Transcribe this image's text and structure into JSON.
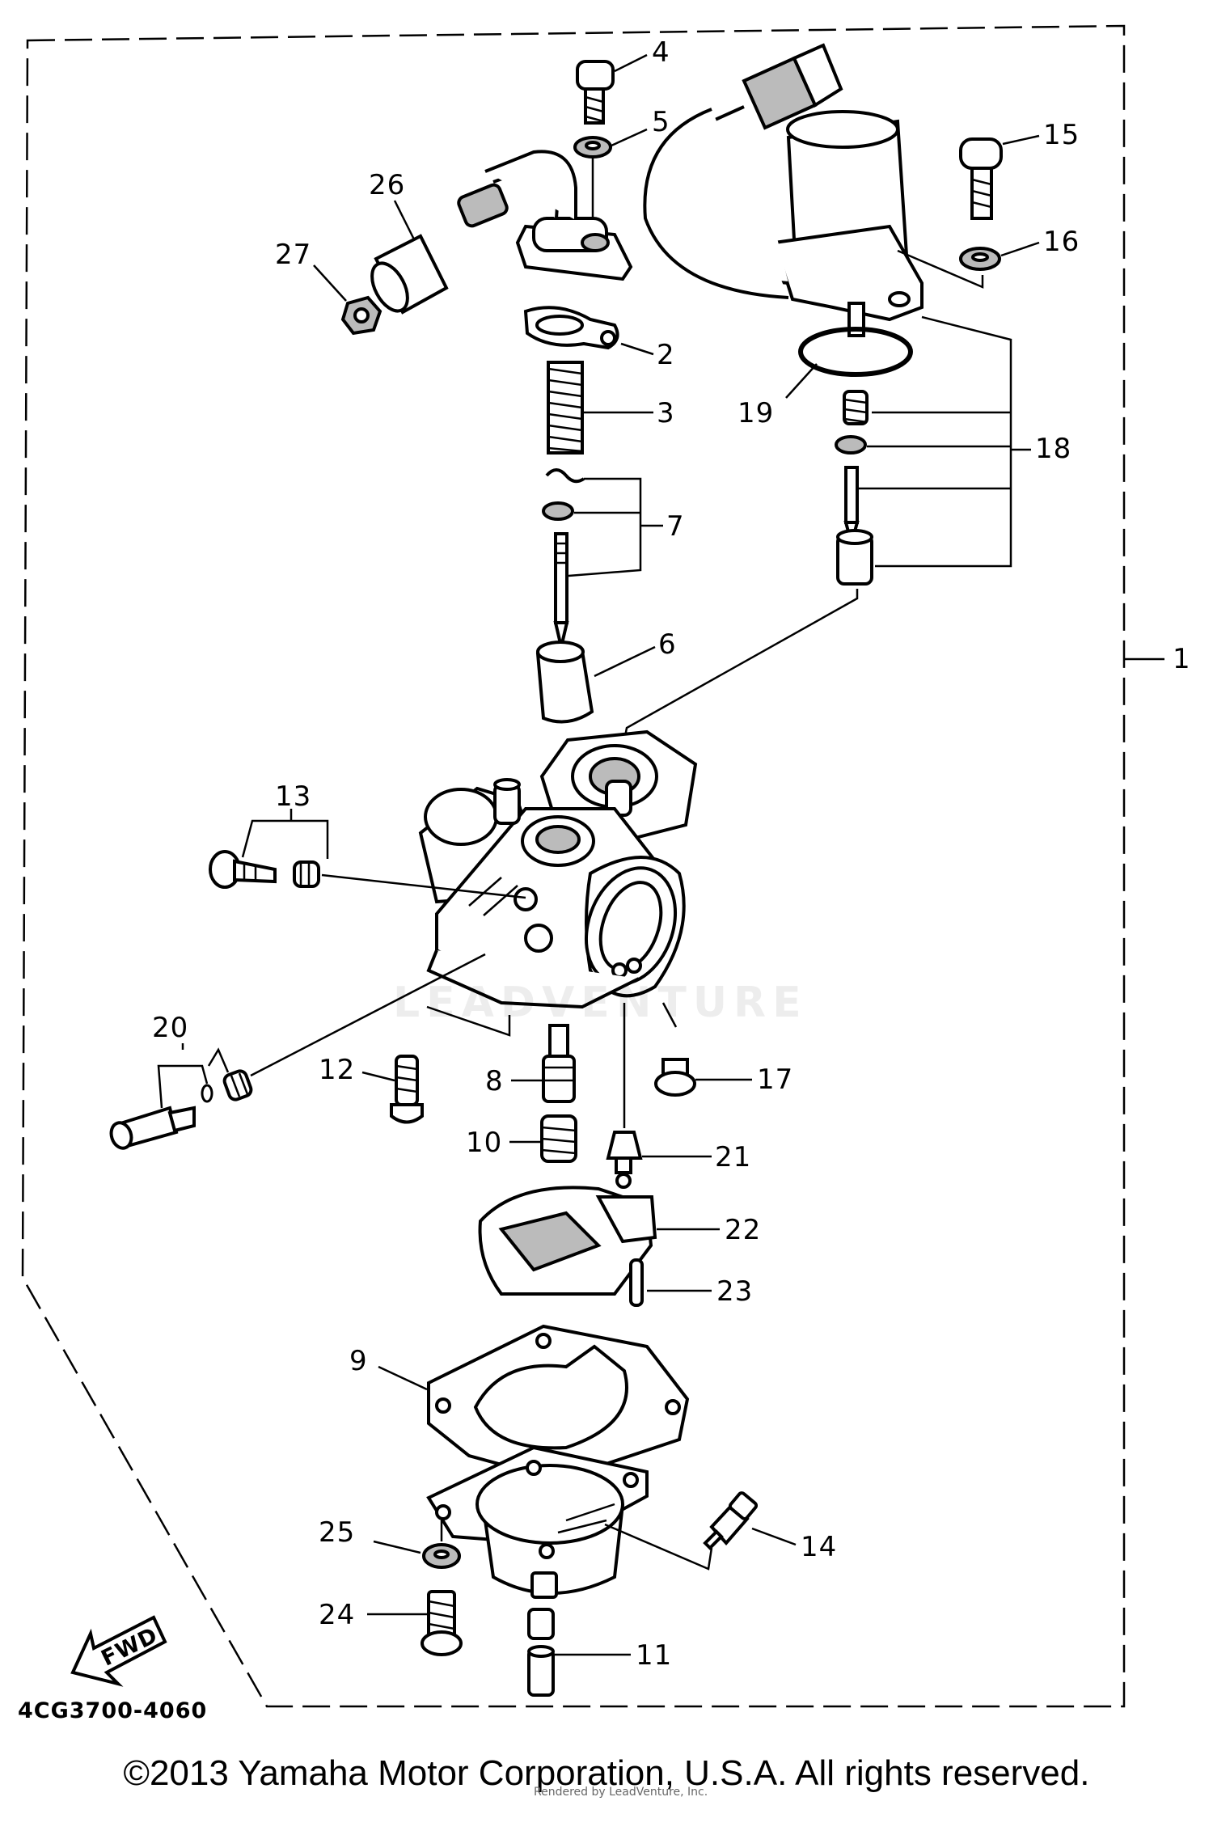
{
  "diagram": {
    "drawing_code": "4CG3700-4060",
    "copyright": "©2013 Yamaha Motor Corporation, U.S.A. All rights reserved.",
    "watermark": "LEADVENTURE",
    "rendered_note": "Rendered by LeadVenture, Inc.",
    "fwd_label": "FWD",
    "callouts": [
      {
        "id": "1",
        "text": "1"
      },
      {
        "id": "2",
        "text": "2"
      },
      {
        "id": "3",
        "text": "3"
      },
      {
        "id": "4",
        "text": "4"
      },
      {
        "id": "5",
        "text": "5"
      },
      {
        "id": "6",
        "text": "6"
      },
      {
        "id": "7",
        "text": "7"
      },
      {
        "id": "8",
        "text": "8"
      },
      {
        "id": "9",
        "text": "9"
      },
      {
        "id": "10",
        "text": "10"
      },
      {
        "id": "11",
        "text": "11"
      },
      {
        "id": "12",
        "text": "12"
      },
      {
        "id": "13",
        "text": "13"
      },
      {
        "id": "14",
        "text": "14"
      },
      {
        "id": "15",
        "text": "15"
      },
      {
        "id": "16",
        "text": "16"
      },
      {
        "id": "17",
        "text": "17"
      },
      {
        "id": "18",
        "text": "18"
      },
      {
        "id": "19",
        "text": "19"
      },
      {
        "id": "20",
        "text": "20"
      },
      {
        "id": "21",
        "text": "21"
      },
      {
        "id": "22",
        "text": "22"
      },
      {
        "id": "23",
        "text": "23"
      },
      {
        "id": "24",
        "text": "24"
      },
      {
        "id": "25",
        "text": "25"
      },
      {
        "id": "26",
        "text": "26"
      },
      {
        "id": "27",
        "text": "27"
      }
    ]
  }
}
